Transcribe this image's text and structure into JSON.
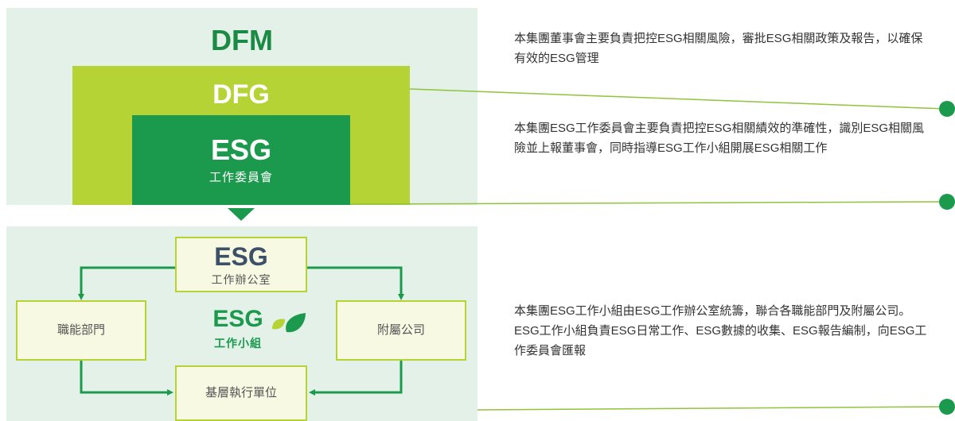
{
  "diagram": {
    "top": {
      "dfm_label": "DFM",
      "dfg_label": "DFG",
      "esg_committee": {
        "title": "ESG",
        "subtitle": "工作委員會"
      }
    },
    "bottom": {
      "office": {
        "title": "ESG",
        "subtitle": "工作辦公室"
      },
      "functional_dept": "職能部門",
      "subsidiaries": "附屬公司",
      "working_group": {
        "title": "ESG",
        "subtitle": "工作小組"
      },
      "base_unit": "基層執行單位"
    },
    "descriptions": [
      "本集團董事會主要負責把控ESG相關風險，審批ESG相關政策及報告，以確保有效的ESG管理",
      "本集團ESG工作委員會主要負責把控ESG相關績效的準確性，識別ESG相關風險並上報董事會，同時指導ESG工作小組開展ESG相關工作",
      "本集團ESG工作小組由ESG工作辦公室統籌，聯合各職能部門及附屬公司。ESG工作小組負責ESG日常工作、ESG數據的收集、ESG報告編制，向ESG工作委員會匯報"
    ],
    "colors": {
      "dark_green": "#1b9a4d",
      "lime": "#b5d335",
      "light_green_bg": "#e3f1e8",
      "line": "#8fc43b",
      "navy_text": "#3c5168"
    }
  }
}
